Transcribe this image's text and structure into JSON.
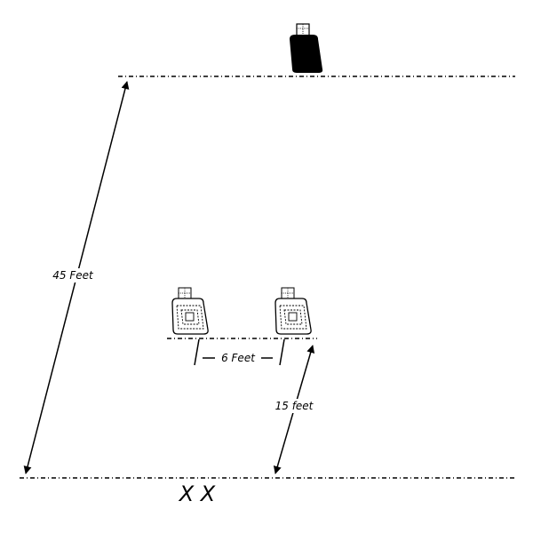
{
  "labels": {
    "far_distance": "45 Feet",
    "target_spacing": "6 Feet",
    "near_distance": "15 feet",
    "shooter_marks": "X X"
  },
  "targets": {
    "far": {
      "style": "solid",
      "color": "#000000"
    },
    "near": [
      {
        "style": "outlined-dotted"
      },
      {
        "style": "outlined-dotted"
      }
    ]
  },
  "lines": {
    "style": "dash-dot",
    "color": "#000000"
  }
}
